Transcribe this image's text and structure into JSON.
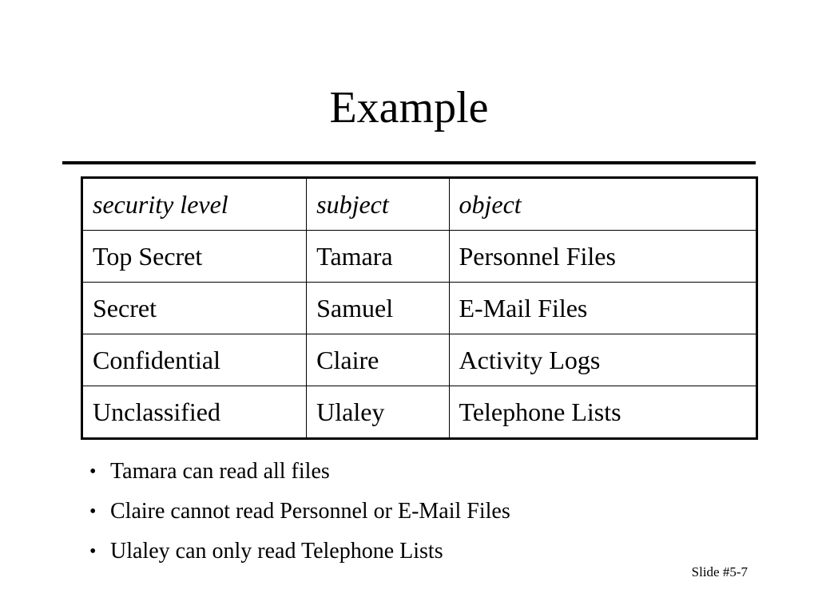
{
  "slide": {
    "title": "Example",
    "slide_number": "Slide #5-7"
  },
  "table": {
    "headers": [
      "security level",
      "subject",
      "object"
    ],
    "rows": [
      [
        "Top Secret",
        "Tamara",
        "Personnel Files"
      ],
      [
        "Secret",
        "Samuel",
        "E-Mail Files"
      ],
      [
        "Confidential",
        "Claire",
        "Activity Logs"
      ],
      [
        "Unclassified",
        "Ulaley",
        "Telephone Lists"
      ]
    ]
  },
  "bullets": {
    "marker": "•",
    "items": [
      "Tamara can read all files",
      "Claire cannot read Personnel or E-Mail Files",
      "Ulaley can only read Telephone Lists"
    ]
  }
}
